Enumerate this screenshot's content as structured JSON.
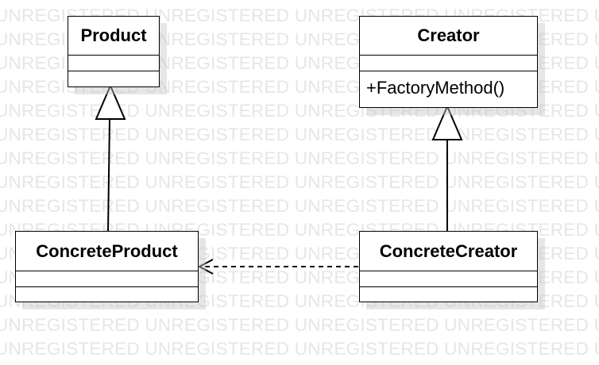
{
  "watermark": {
    "text": "UNREGISTERED",
    "color": "#e6e6e6"
  },
  "classes": {
    "product": {
      "name": "Product",
      "operations": []
    },
    "creator": {
      "name": "Creator",
      "operations": [
        "+FactoryMethod()"
      ]
    },
    "concrete_product": {
      "name": "ConcreteProduct",
      "operations": []
    },
    "concrete_creator": {
      "name": "ConcreteCreator",
      "operations": []
    }
  },
  "relationships": [
    {
      "type": "generalization",
      "from": "ConcreteProduct",
      "to": "Product"
    },
    {
      "type": "generalization",
      "from": "ConcreteCreator",
      "to": "Creator"
    },
    {
      "type": "dependency",
      "from": "ConcreteCreator",
      "to": "ConcreteProduct"
    }
  ],
  "colors": {
    "line": "#000000",
    "box_fill": "#ffffff",
    "shadow": "#c8c8c8"
  }
}
